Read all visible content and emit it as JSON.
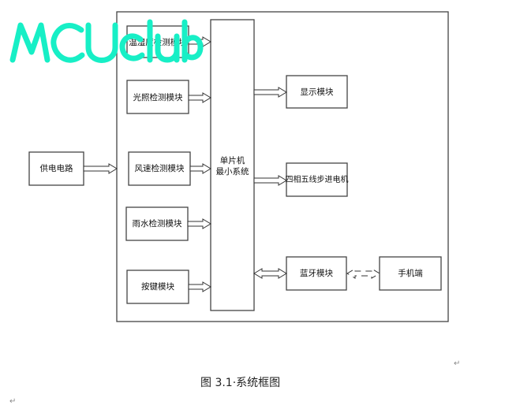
{
  "watermark": "MCUclub",
  "power": {
    "label": "供电电路"
  },
  "sensors": [
    {
      "label": "温湿度检测模块"
    },
    {
      "label": "光照检测模块"
    },
    {
      "label": "风速检测模块"
    },
    {
      "label": "雨水检测模块"
    },
    {
      "label": "按键模块"
    }
  ],
  "mcu": {
    "line1": "单片机",
    "line2": "最小系统"
  },
  "outputs": {
    "display": "显示模块",
    "motor": "四相五线步进电机",
    "bluetooth": "蓝牙模块",
    "phone": "手机端"
  },
  "caption": "图 3.1·系统框图",
  "paragraph_mark": "↵"
}
